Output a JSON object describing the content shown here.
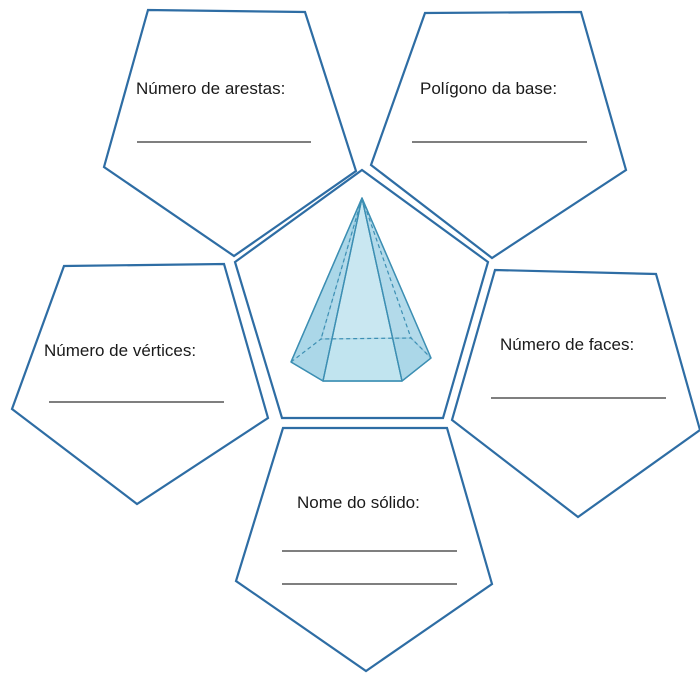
{
  "colors": {
    "outline": "#2e6da4",
    "pyramid_fill": "#bfe3ef",
    "pyramid_fill_shade": "#a6d4e6",
    "pyramid_edge": "#3d8fb3"
  },
  "panels": {
    "edges": {
      "label": "Número de arestas:"
    },
    "base": {
      "label": "Polígono da base:"
    },
    "vertices": {
      "label": "Número de vértices:"
    },
    "faces": {
      "label": "Número de faces:"
    },
    "name": {
      "label": "Nome do sólido:"
    }
  },
  "center": {
    "figure": "hexagonal-pyramid"
  }
}
